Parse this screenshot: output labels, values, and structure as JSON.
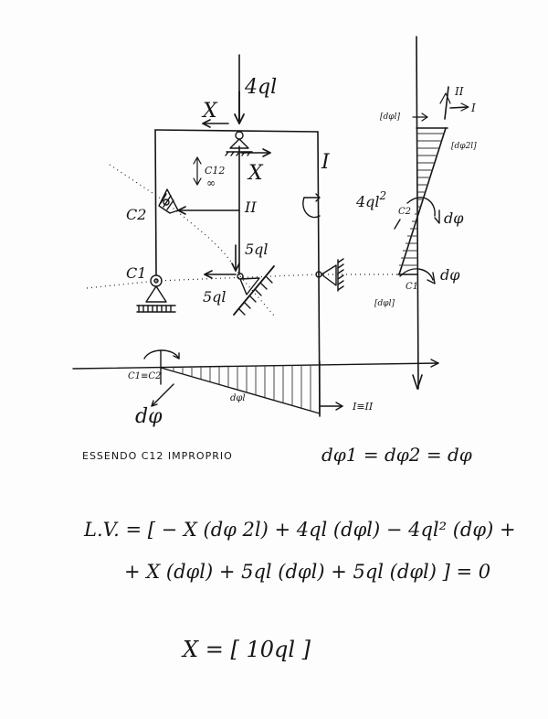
{
  "diagram": {
    "load_top": "4ql",
    "x_left": "X",
    "x_right": "X",
    "member_I": "I",
    "member_II": "II",
    "c12": "C12",
    "infinity": "∞",
    "c2": "C2",
    "c1": "C1",
    "load_mid": "5ql",
    "load_left": "5ql",
    "moment": "4ql",
    "moment_exp": "2",
    "c1_eq_c2": "C1≡C2",
    "dphi_bottom_curve": "dφl",
    "dphi_left": "dφ",
    "axis_I_II": "I≡II"
  },
  "rotation_diagram": {
    "top_left_label": "[dφl]",
    "label_II": "II",
    "label_I": "I",
    "right_label": "[dφ2l]",
    "c2": "C2",
    "dphi_upper": "dφ",
    "dphi_lower": "dφ",
    "c1": "C1",
    "bottom_label": "[dφl]"
  },
  "text": {
    "statement_prefix": "ESSENDO C12 IMPROPRIO",
    "statement_eq": "dφ1 = dφ2 = dφ",
    "lv_line1": "L.V. = [ − X (dφ 2l) + 4ql (dφl) − 4ql² (dφ) +",
    "lv_line2": "+ X (dφl) + 5ql (dφl) + 5ql (dφl) ] = 0",
    "result": "X = [ 10ql ]"
  }
}
